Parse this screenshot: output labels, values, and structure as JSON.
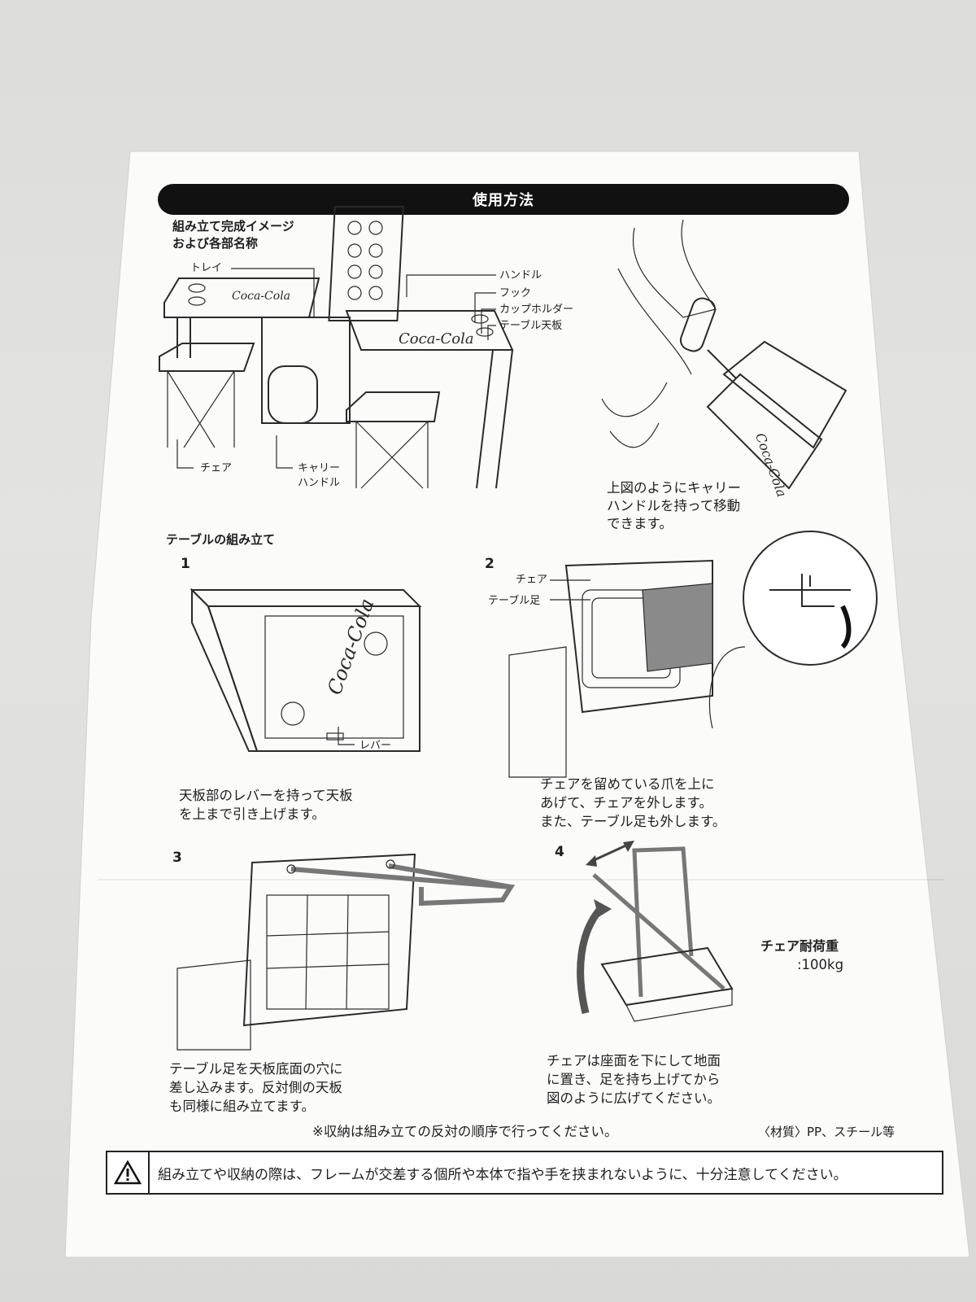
{
  "header": {
    "title": "使用方法"
  },
  "overview": {
    "title_line1": "組み立て完成イメージ",
    "title_line2": "および各部名称",
    "parts": {
      "tray": "トレイ",
      "handle": "ハンドル",
      "hook": "フック",
      "cup_holder": "カップホルダー",
      "table_top": "テーブル天板",
      "chair": "チェア",
      "carry_handle_line1": "キャリー",
      "carry_handle_line2": "ハンドル"
    },
    "carry_note": [
      "上図のようにキャリー",
      "ハンドルを持って移動",
      "できます。"
    ]
  },
  "assembly": {
    "title": "テーブルの組み立て",
    "steps": [
      {
        "num": "1",
        "labels": {
          "lever": "レバー"
        },
        "text": [
          "天板部のレバーを持って天板",
          "を上まで引き上げます。"
        ]
      },
      {
        "num": "2",
        "labels": {
          "chair": "チェア",
          "table_leg": "テーブル足"
        },
        "text": [
          "チェアを留めている爪を上に",
          "あげて、チェアを外します。",
          "また、テーブル足も外します。"
        ]
      },
      {
        "num": "3",
        "text": [
          "テーブル足を天板底面の穴に",
          "差し込みます。反対側の天板",
          "も同様に組み立てます。"
        ]
      },
      {
        "num": "4",
        "text": [
          "チェアは座面を下にして地面",
          "に置き、足を持ち上げてから",
          "図のように広げてください。"
        ]
      }
    ],
    "chair_load": {
      "title": "チェア耐荷重",
      "value": ":100kg"
    },
    "storage_note": "※収納は組み立ての反対の順序で行ってください。",
    "material_note": "〈材質〉PP、スチール等"
  },
  "warning": {
    "icon": "warning-triangle-icon",
    "text": "組み立てや収納の際は、フレームが交差する個所や本体で指や手を挟まれないように、十分注意してください。"
  },
  "logo": {
    "text": "Coca-Cola"
  },
  "colors": {
    "ink": "#1e1e1e",
    "paper": "#fbfbfa",
    "background": "#dcdcda",
    "header_bar": "#111111"
  }
}
